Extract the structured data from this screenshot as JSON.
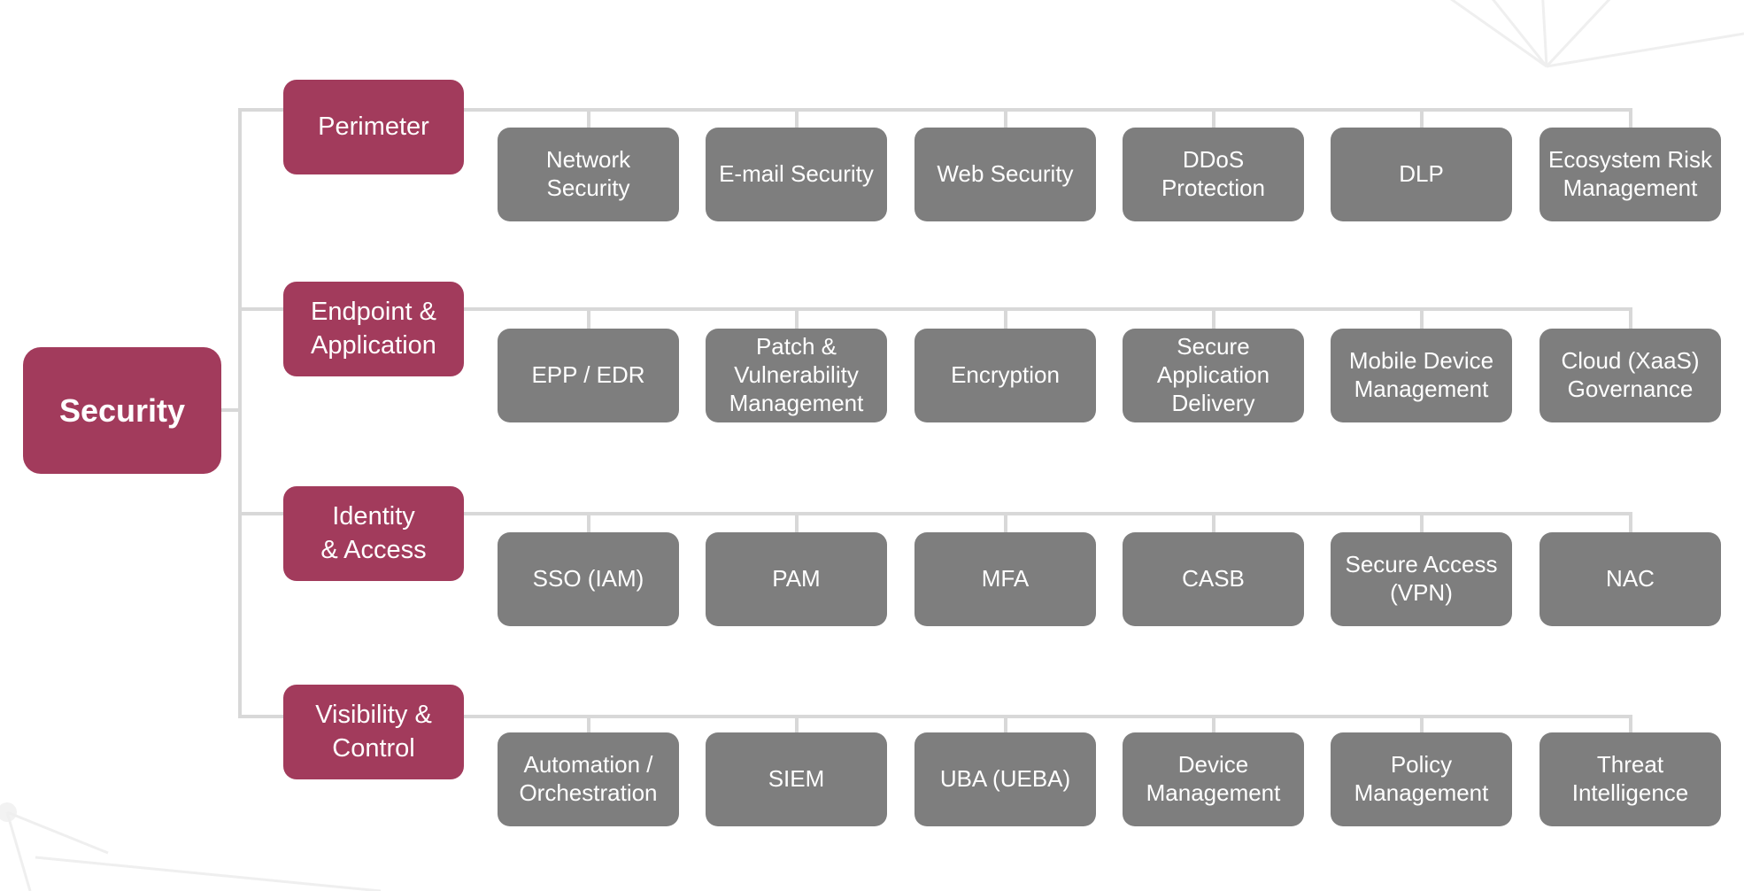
{
  "colors": {
    "category": "#A23B5C",
    "child": "#7E7E7E",
    "connector": "#D8D8D8",
    "node_text": "#FFFFFF",
    "ornament": "#EFEFEF"
  },
  "diagram": {
    "root": {
      "label": "Security"
    },
    "rows": [
      {
        "category": "Perimeter",
        "children": [
          "Network\nSecurity",
          "E-mail Security",
          "Web Security",
          "DDoS\nProtection",
          "DLP",
          "Ecosystem Risk\nManagement"
        ]
      },
      {
        "category": "Endpoint &\nApplication",
        "children": [
          "EPP / EDR",
          "Patch &\nVulnerability\nManagement",
          "Encryption",
          "Secure\nApplication\nDelivery",
          "Mobile Device\nManagement",
          "Cloud (XaaS)\nGovernance"
        ]
      },
      {
        "category": "Identity\n& Access",
        "children": [
          "SSO (IAM)",
          "PAM",
          "MFA",
          "CASB",
          "Secure Access\n(VPN)",
          "NAC"
        ]
      },
      {
        "category": "Visibility &\nControl",
        "children": [
          "Automation /\nOrchestration",
          "SIEM",
          "UBA (UEBA)",
          "Device\nManagement",
          "Policy\nManagement",
          "Threat\nIntelligence"
        ]
      }
    ]
  }
}
